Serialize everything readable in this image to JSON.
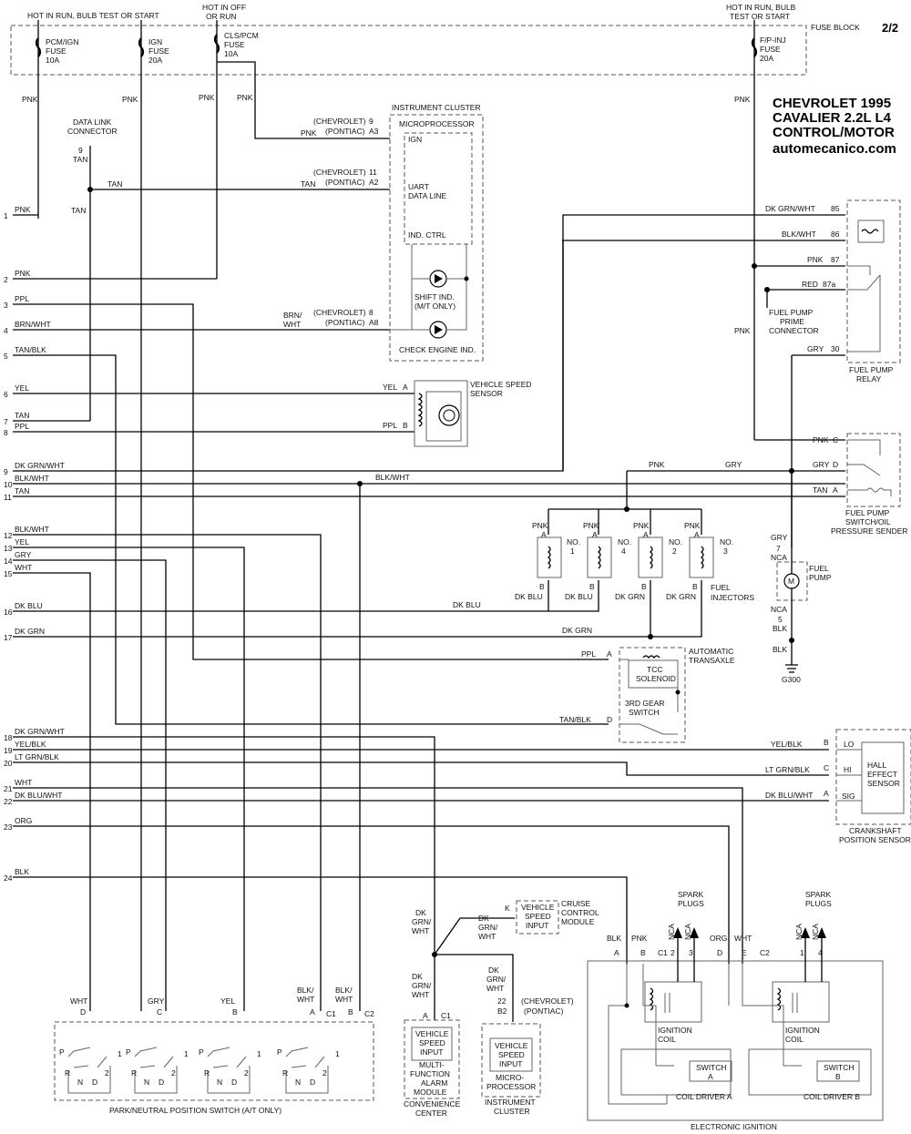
{
  "page_number": "2/2",
  "title": {
    "line1": "CHEVROLET 1995",
    "line2": "CAVALIER 2.2L  L4",
    "line3": "CONTROL/MOTOR",
    "site": "automecanico.com"
  },
  "fuse_block": {
    "label": "FUSE BLOCK",
    "hot_run_left": "HOT IN RUN, BULB TEST OR START",
    "hot_off_or_run": [
      "HOT IN OFF",
      "OR RUN"
    ],
    "hot_run_right": [
      "HOT IN RUN, BULB",
      "TEST OR START"
    ],
    "fuses": [
      {
        "lines": [
          "PCM/IGN",
          "FUSE",
          "10A"
        ]
      },
      {
        "lines": [
          "IGN",
          "FUSE",
          "20A"
        ]
      },
      {
        "lines": [
          "CLS/PCM",
          "FUSE",
          "10A"
        ]
      },
      {
        "lines": [
          "F/P-INJ",
          "FUSE",
          "20A"
        ]
      }
    ]
  },
  "data_link_connector": {
    "lines": [
      "DATA LINK",
      "CONNECTOR"
    ],
    "pin": "9",
    "wire": "TAN"
  },
  "instrument_cluster": {
    "title": "INSTRUMENT CLUSTER",
    "micro": "MICROPROCESSOR",
    "ign": "IGN",
    "uart": [
      "UART",
      "DATA LINE"
    ],
    "ind_ctrl": "IND. CTRL",
    "shift_ind": [
      "SHIFT IND.",
      "(M/T ONLY)"
    ],
    "check_engine": "CHECK ENGINE IND.",
    "pins": [
      {
        "chev": "(CHEVROLET)",
        "chev_pin": "9",
        "pont": "(PONTIAC)",
        "pont_pin": "A3",
        "wire": "PNK"
      },
      {
        "chev": "(CHEVROLET)",
        "chev_pin": "11",
        "pont": "(PONTIAC)",
        "pont_pin": "A2",
        "wire": "TAN"
      },
      {
        "chev": "(CHEVROLET)",
        "chev_pin": "8",
        "pont": "(PONTIAC)",
        "pont_pin": "A8",
        "wire1": "BRN/",
        "wire2": "WHT"
      }
    ]
  },
  "vss": {
    "lines": [
      "VEHICLE SPEED",
      "SENSOR"
    ],
    "a_wire": "YEL",
    "a_pin": "A",
    "b_wire": "PPL",
    "b_pin": "B"
  },
  "pcm_pins": [
    {
      "num": "1",
      "wire": "PNK"
    },
    {
      "num": "2",
      "wire": "PNK"
    },
    {
      "num": "3",
      "wire": "PPL"
    },
    {
      "num": "4",
      "wire": "BRN/WHT"
    },
    {
      "num": "5",
      "wire": "TAN/BLK"
    },
    {
      "num": "6",
      "wire": "YEL"
    },
    {
      "num": "7",
      "wire": "TAN"
    },
    {
      "num": "8",
      "wire": "PPL"
    },
    {
      "num": "9",
      "wire": "DK GRN/WHT"
    },
    {
      "num": "10",
      "wire": "BLK/WHT"
    },
    {
      "num": "11",
      "wire": "TAN"
    },
    {
      "num": "12",
      "wire": "BLK/WHT"
    },
    {
      "num": "13",
      "wire": "YEL"
    },
    {
      "num": "14",
      "wire": "GRY"
    },
    {
      "num": "15",
      "wire": "WHT"
    },
    {
      "num": "16",
      "wire": "DK BLU"
    },
    {
      "num": "17",
      "wire": "DK GRN"
    },
    {
      "num": "18",
      "wire": "DK GRN/WHT"
    },
    {
      "num": "19",
      "wire": "YEL/BLK"
    },
    {
      "num": "20",
      "wire": "LT GRN/BLK"
    },
    {
      "num": "21",
      "wire": "WHT"
    },
    {
      "num": "22",
      "wire": "DK BLU/WHT"
    },
    {
      "num": "23",
      "wire": "ORG"
    },
    {
      "num": "24",
      "wire": "BLK"
    }
  ],
  "vertical_wires": {
    "pnk": "PNK",
    "tan": "TAN"
  },
  "fuel_pump_relay": {
    "label": [
      "FUEL PUMP",
      "RELAY"
    ],
    "pins": [
      {
        "wire": "DK GRN/WHT",
        "pin": "85"
      },
      {
        "wire": "BLK/WHT",
        "pin": "86"
      },
      {
        "wire": "PNK",
        "pin": "87"
      },
      {
        "wire": "RED",
        "pin": "87a"
      },
      {
        "wire": "GRY",
        "pin": "30"
      }
    ],
    "prime": [
      "FUEL PUMP",
      "PRIME",
      "CONNECTOR"
    ]
  },
  "fuel_pump_switch": {
    "label": [
      "FUEL PUMP",
      "SWITCH/OIL",
      "PRESSURE SENDER"
    ],
    "pins": [
      {
        "wire": "PNK",
        "pin": "C"
      },
      {
        "wire": "GRY",
        "pin": "D"
      },
      {
        "wire": "TAN",
        "pin": "A"
      }
    ]
  },
  "splice_labels": {
    "blk_wht": "BLK/WHT",
    "pnk": "PNK",
    "gry": "GRY",
    "dk_blu": "DK BLU",
    "dk_grn": "DK GRN"
  },
  "fuel_pump": {
    "label": [
      "FUEL",
      "PUMP"
    ],
    "gry": "GRY",
    "pin7": "7",
    "nca1": "NCA",
    "nca2": "NCA",
    "pin5": "5",
    "blk1": "BLK",
    "blk2": "BLK",
    "ground": "G300",
    "m": "M"
  },
  "injectors": {
    "label": [
      "FUEL",
      "INJECTORS"
    ],
    "items": [
      {
        "wire": "PNK",
        "a": "A",
        "no": [
          "NO.",
          "1"
        ],
        "b": "B",
        "bwire": "DK BLU"
      },
      {
        "wire": "PNK",
        "a": "A",
        "no": [
          "NO.",
          "4"
        ],
        "b": "B",
        "bwire": "DK BLU"
      },
      {
        "wire": "PNK",
        "a": "A",
        "no": [
          "NO.",
          "2"
        ],
        "b": "B",
        "bwire": "DK GRN"
      },
      {
        "wire": "PNK",
        "a": "A",
        "no": [
          "NO.",
          "3"
        ],
        "b": "B",
        "bwire": "DK GRN"
      }
    ]
  },
  "transaxle": {
    "label": [
      "AUTOMATIC",
      "TRANSAXLE"
    ],
    "tcc": [
      "TCC",
      "SOLENOID"
    ],
    "gear": [
      "3RD GEAR",
      "SWITCH"
    ],
    "ppl": "PPL",
    "pin_a": "A",
    "tanblk": "TAN/BLK",
    "pin_d": "D"
  },
  "ckp": {
    "label": [
      "CRANKSHAFT",
      "POSITION SENSOR"
    ],
    "box": [
      "HALL",
      "EFFECT",
      "SENSOR"
    ],
    "pins": [
      {
        "wire": "YEL/BLK",
        "pin": "B",
        "name": "LO"
      },
      {
        "wire": "LT GRN/BLK",
        "pin": "C",
        "name": "HI"
      },
      {
        "wire": "DK BLU/WHT",
        "pin": "A",
        "name": "SIG"
      }
    ]
  },
  "ignition": {
    "label": "ELECTRONIC IGNITION",
    "spark1": [
      "SPARK",
      "PLUGS"
    ],
    "spark2": [
      "SPARK",
      "PLUGS"
    ],
    "pins": [
      {
        "wire": "BLK",
        "pin": "A"
      },
      {
        "wire": "PNK",
        "pin": "B"
      },
      {
        "pin": "C1"
      },
      {
        "wire": "ORG",
        "pin": "D"
      },
      {
        "wire": "WHT",
        "pin": "E"
      },
      {
        "pin": "C2"
      }
    ],
    "nca": "NCA",
    "p2": "2",
    "p3": "3",
    "p1": "1",
    "p4": "4",
    "coil": [
      "IGNITION",
      "COIL"
    ],
    "coil2": [
      "IGNITION",
      "COIL"
    ],
    "switch_a": [
      "SWITCH",
      "A"
    ],
    "switch_b": [
      "SWITCH",
      "B"
    ],
    "driver_a": "COIL DRIVER A",
    "driver_b": "COIL DRIVER B"
  },
  "cruise": {
    "wire": [
      "DK",
      "GRN/",
      "WHT"
    ],
    "pin": "K",
    "box": [
      "VEHICLE",
      "SPEED",
      "INPUT"
    ],
    "label": [
      "CRUISE",
      "CONTROL",
      "MODULE"
    ]
  },
  "vss_splice_wire": [
    "DK",
    "GRN/",
    "WHT"
  ],
  "convenience": {
    "wire": [
      "DK",
      "GRN/",
      "WHT"
    ],
    "pin_a": "A",
    "pin_c1": "C1",
    "box": [
      "VEHICLE",
      "SPEED",
      "INPUT"
    ],
    "inner": [
      "MULTI-",
      "FUNCTION",
      "ALARM",
      "MODULE"
    ],
    "label": [
      "CONVENIENCE",
      "CENTER"
    ]
  },
  "ic2": {
    "wire": [
      "DK",
      "GRN/",
      "WHT"
    ],
    "pin_chev": "22",
    "pin_pont": "B2",
    "chev": "(CHEVROLET)",
    "pont": "(PONTIAC)",
    "box": [
      "VEHICLE",
      "SPEED",
      "INPUT"
    ],
    "inner": [
      "MICRO-",
      "PROCESSOR"
    ],
    "label": [
      "INSTRUMENT",
      "CLUSTER"
    ]
  },
  "pnp": {
    "label": "PARK/NEUTRAL POSITION SWITCH (A/T ONLY)",
    "pins": [
      {
        "wire": "WHT",
        "pin": "D"
      },
      {
        "wire": "GRY",
        "pin": "C"
      },
      {
        "wire": "YEL",
        "pin": "B"
      },
      {
        "wire1": "BLK/",
        "wire2": "WHT",
        "pin": "A"
      },
      {
        "wire1": "BLK/",
        "wire2": "WHT",
        "pin": "B"
      },
      {
        "pin": "C1"
      },
      {
        "pin": "C2"
      }
    ],
    "sw": {
      "p": "P",
      "r": "R",
      "n": "N",
      "d": "D",
      "one": "1",
      "two": "2"
    }
  }
}
